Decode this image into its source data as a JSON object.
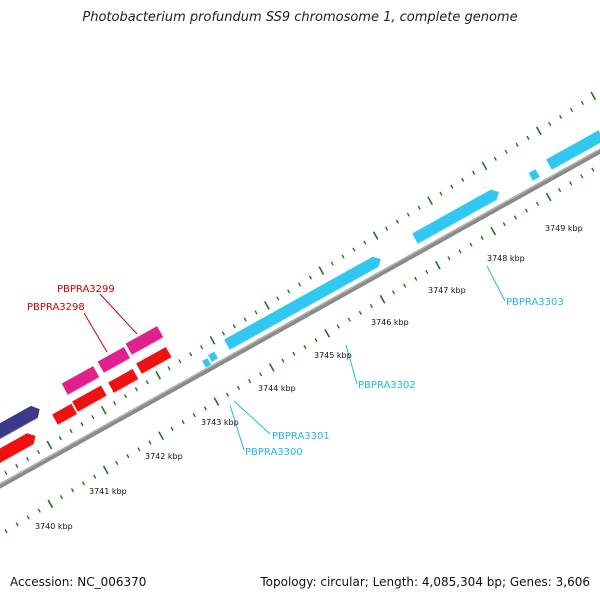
{
  "title": "Photobacterium profundum SS9 chromosome 1, complete genome",
  "footer": {
    "accession": "Accession: NC_006370",
    "stats": "Topology: circular; Length: 4,085,304 bp; Genes: 3,606"
  },
  "colors": {
    "backbone": "#8a8a8a",
    "tick": "#1a7a1a",
    "forward_cds": "#e0208c",
    "reverse_cds": "#ee1111",
    "other_cds": "#2fc8f0",
    "dark_cds": "#3c3a88",
    "label_red": "#cc0000",
    "label_cyan": "#22b8e8"
  },
  "tick_labels": [
    "3740 kbp",
    "3741 kbp",
    "3742 kbp",
    "3743 kbp",
    "3744 kbp",
    "3745 kbp",
    "3746 kbp",
    "3747 kbp",
    "3748 kbp",
    "3749 kbp"
  ],
  "gene_labels": [
    {
      "name": "PBPRA3299",
      "color": "label_red"
    },
    {
      "name": "PBPRA3298",
      "color": "label_red"
    },
    {
      "name": "PBPRA3303",
      "color": "label_cyan"
    },
    {
      "name": "PBPRA3302",
      "color": "label_cyan"
    },
    {
      "name": "PBPRA3301",
      "color": "label_cyan"
    },
    {
      "name": "PBPRA3300",
      "color": "label_cyan"
    }
  ]
}
